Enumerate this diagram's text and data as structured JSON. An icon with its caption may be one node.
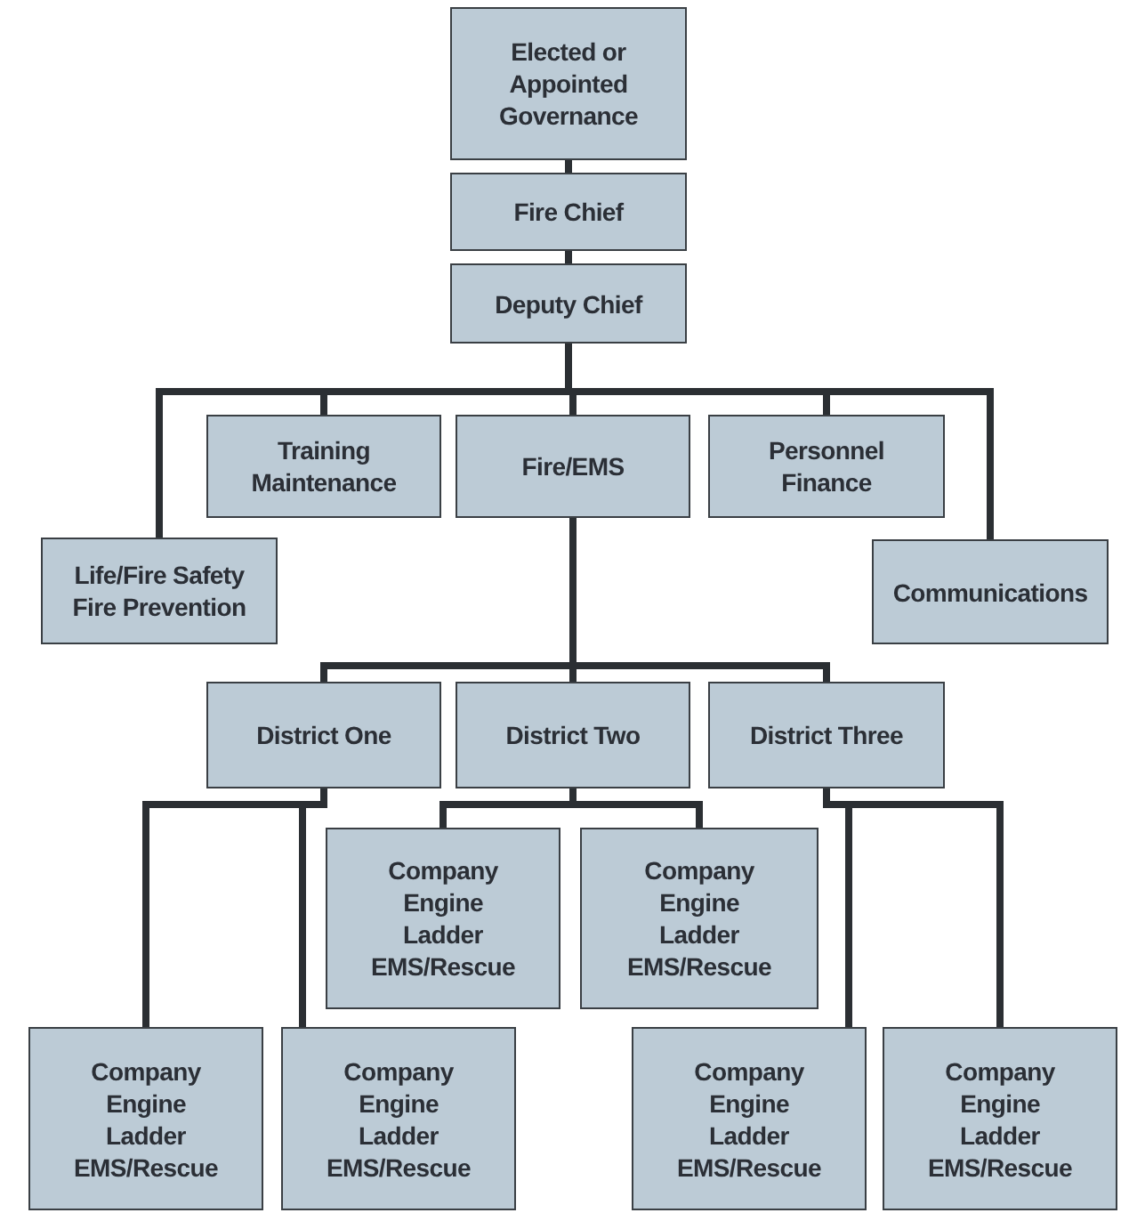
{
  "diagram": {
    "nodes": [
      {
        "text": [
          "Elected or Appointed Governance"
        ]
      },
      {
        "text": [
          "Fire Chief"
        ]
      },
      {
        "text": [
          "Deputy Chief"
        ]
      },
      {
        "text": [
          "Training",
          "Maintenance"
        ]
      },
      {
        "text": [
          "Fire/EMS"
        ]
      },
      {
        "text": [
          "Personnel",
          "Finance"
        ]
      },
      {
        "text": [
          "Life/Fire Safety",
          "Fire Prevention"
        ]
      },
      {
        "text": [
          "Communications"
        ]
      },
      {
        "text": [
          "District One"
        ]
      },
      {
        "text": [
          "District Two"
        ]
      },
      {
        "text": [
          "District Three"
        ]
      },
      {
        "text": [
          "Company",
          "Engine",
          "Ladder",
          "EMS/Rescue"
        ]
      },
      {
        "text": [
          "Company",
          "Engine",
          "Ladder",
          "EMS/Rescue"
        ]
      },
      {
        "text": [
          "Company",
          "Engine",
          "Ladder",
          "EMS/Rescue"
        ]
      },
      {
        "text": [
          "Company",
          "Engine",
          "Ladder",
          "EMS/Rescue"
        ]
      },
      {
        "text": [
          "Company",
          "Engine",
          "Ladder",
          "EMS/Rescue"
        ]
      },
      {
        "text": [
          "Company",
          "Engine",
          "Ladder",
          "EMS/Rescue"
        ]
      }
    ],
    "edges": [
      {
        "from": 0,
        "to": 1,
        "arrow": "none"
      },
      {
        "from": 1,
        "to": 2,
        "arrow": "none"
      },
      {
        "from": 2,
        "to": 6,
        "arrow": "none"
      },
      {
        "from": 2,
        "to": 3,
        "arrow": "none"
      },
      {
        "from": 2,
        "to": 4,
        "arrow": "none"
      },
      {
        "from": 2,
        "to": 5,
        "arrow": "none"
      },
      {
        "from": 2,
        "to": 7,
        "arrow": "none"
      },
      {
        "from": 4,
        "to": 8,
        "arrow": "none"
      },
      {
        "from": 4,
        "to": 9,
        "arrow": "none"
      },
      {
        "from": 4,
        "to": 10,
        "arrow": "none"
      },
      {
        "from": 9,
        "to": 11,
        "arrow": "none"
      },
      {
        "from": 9,
        "to": 12,
        "arrow": "none"
      },
      {
        "from": 8,
        "to": 13,
        "arrow": "none"
      },
      {
        "from": 8,
        "to": 14,
        "arrow": "none"
      },
      {
        "from": 10,
        "to": 15,
        "arrow": "none"
      },
      {
        "from": 10,
        "to": 16,
        "arrow": "none"
      }
    ]
  }
}
